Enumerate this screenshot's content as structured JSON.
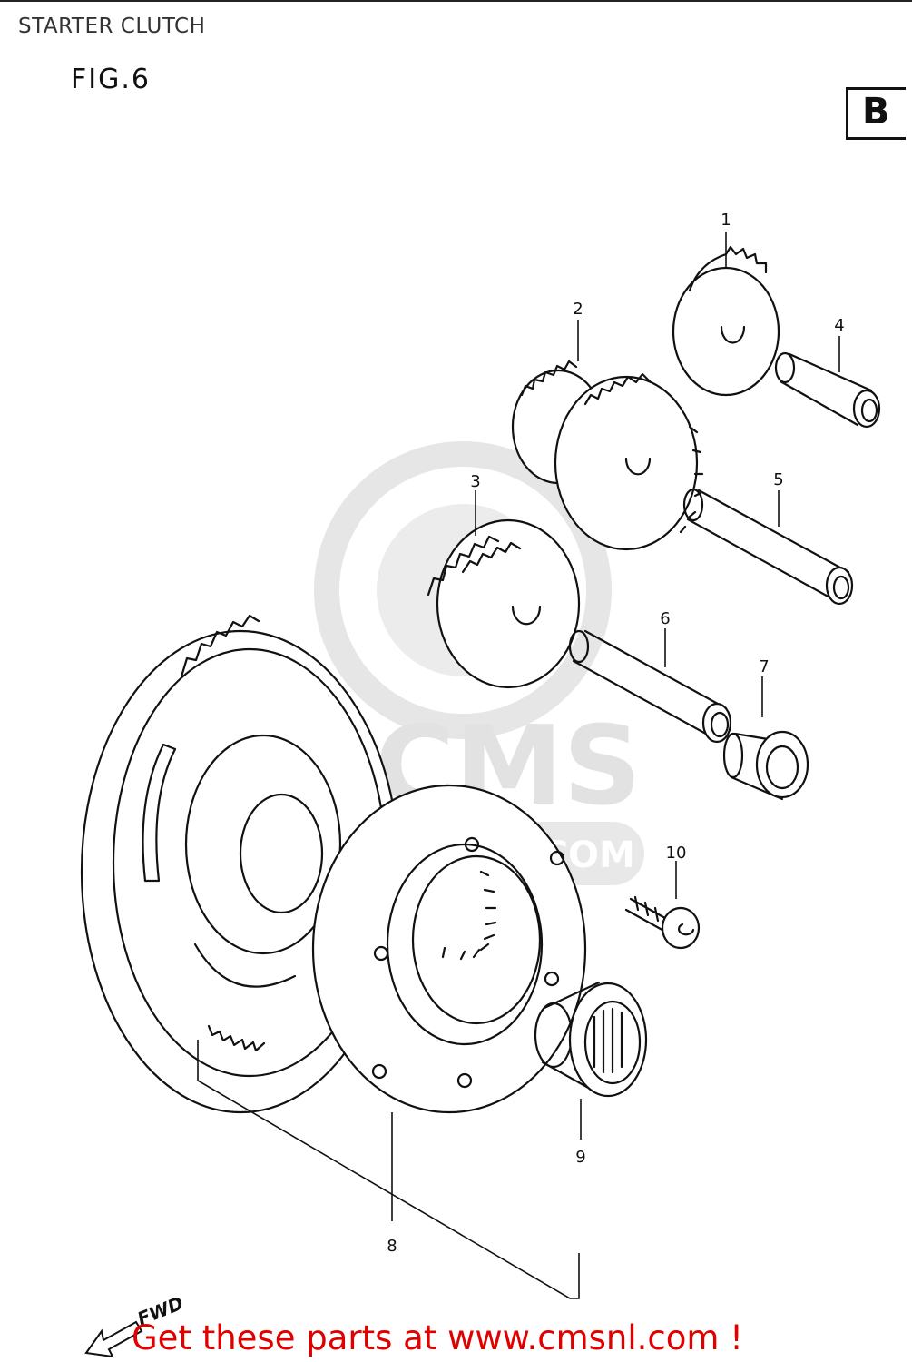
{
  "header": {
    "title": "STARTER CLUTCH",
    "figure": "FIG.6",
    "section": "B"
  },
  "callouts": [
    "1",
    "2",
    "3",
    "4",
    "5",
    "6",
    "7",
    "8",
    "9",
    "10"
  ],
  "direction_label": "FWD",
  "watermark": {
    "brand": "CMS",
    "url": "WWW.CMSNL.COM"
  },
  "footer": {
    "promo": "Get these parts at www.cmsnl.com !"
  },
  "colors": {
    "promo_text": "#e00000",
    "line_art": "#111111",
    "watermark": "#e2e2e2"
  }
}
